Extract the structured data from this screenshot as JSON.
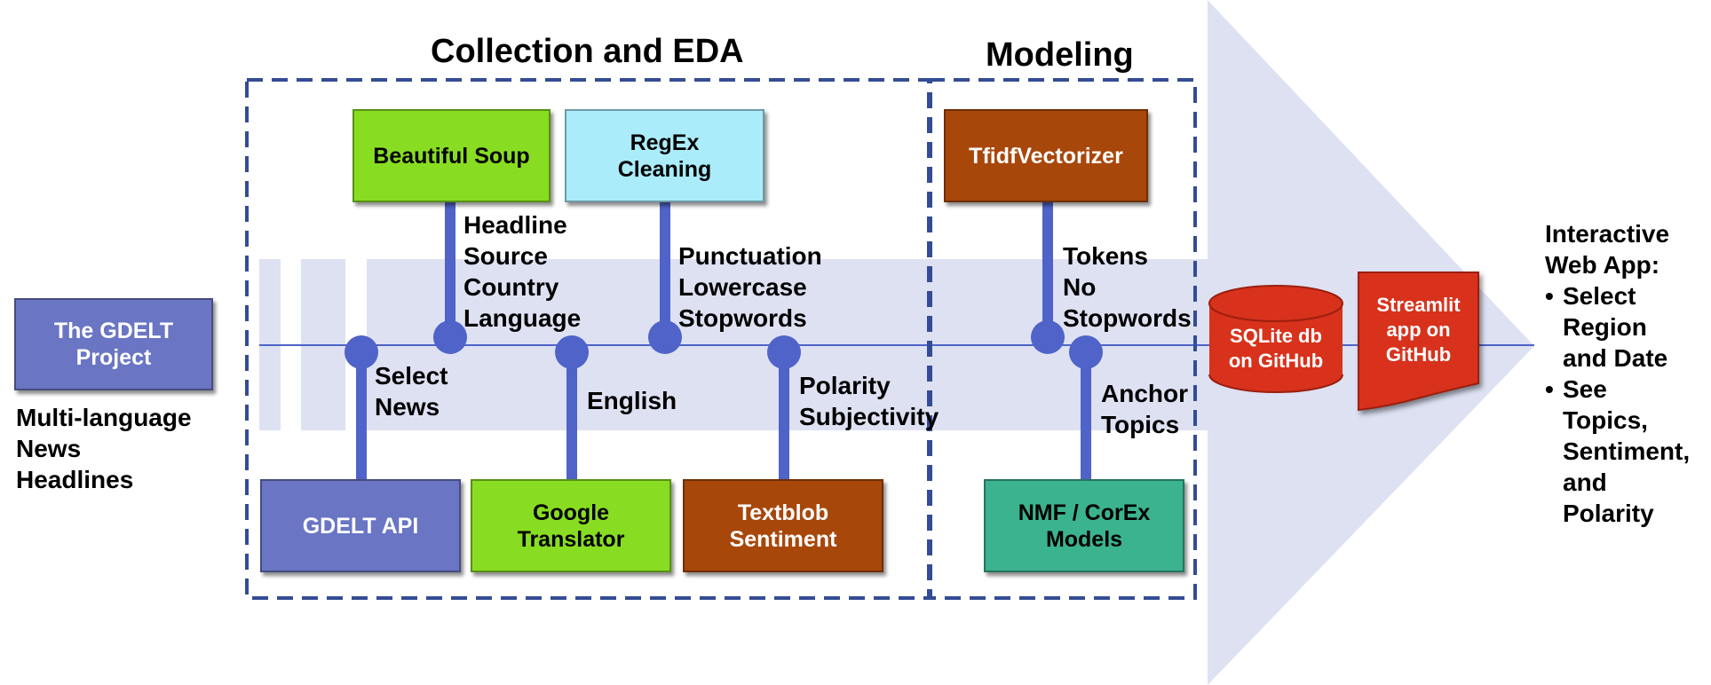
{
  "sections": {
    "collection": "Collection and EDA",
    "modeling": "Modeling"
  },
  "boxes": {
    "gdelt_project": "The GDELT\nProject",
    "beautiful_soup": "Beautiful Soup",
    "regex": "RegEx\nCleaning",
    "tfidf": "TfidfVectorizer",
    "gdelt_api": "GDELT API",
    "google_translator": "Google\nTranslator",
    "textblob": "Textblob\nSentiment",
    "nmf_corex": "NMF / CorEx\nModels"
  },
  "labels": {
    "multilanguage": [
      "Multi-language",
      "News",
      "Headlines"
    ],
    "headline_fields": [
      "Headline",
      "Source",
      "Country",
      "Language"
    ],
    "select_news": [
      "Select",
      "News"
    ],
    "english": [
      "English"
    ],
    "cleaning_steps": [
      "Punctuation",
      "Lowercase",
      "Stopwords"
    ],
    "polarity": [
      "Polarity",
      "Subjectivity"
    ],
    "tokens": [
      "Tokens",
      "No",
      "Stopwords"
    ],
    "anchor_topics": [
      "Anchor",
      "Topics"
    ]
  },
  "storage": {
    "sqlite": "SQLite db\non GitHub",
    "streamlit": "Streamlit\napp on\nGitHub"
  },
  "web_app": {
    "title": "Interactive\nWeb App:",
    "bullets": [
      "Select\nRegion\nand Date",
      "See\nTopics,\nSentiment,\nand\nPolarity"
    ]
  },
  "colors": {
    "gdelt_blue": "#6a75c4",
    "lime": "#88dd22",
    "cyan": "#aaecfa",
    "rust": "#a8470a",
    "teal": "#3bb38f",
    "red": "#d8321c",
    "connector": "#4f63c8",
    "band": "#dde1f2",
    "arrow": "#dde1f2",
    "dash": "#344c95"
  }
}
